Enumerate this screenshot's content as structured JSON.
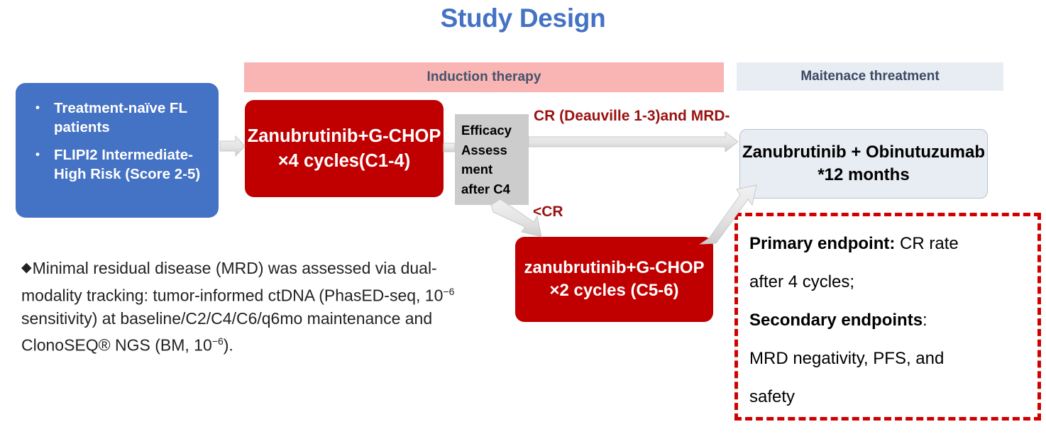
{
  "title": "Study Design",
  "colors": {
    "title_blue": "#4472c4",
    "eligibility_blue": "#4472c4",
    "induction_pink": "#f9b4b4",
    "treatment_red": "#c00000",
    "maintenance_grayblue": "#e8ecf3",
    "assessment_gray": "#cccccc",
    "branch_label_red": "#9a1111",
    "endpoints_border_red": "#d10000",
    "arrow_gray": "#d9d9d9"
  },
  "phases": {
    "induction_header": "Induction therapy",
    "maintenance_header": "Maitenace threatment"
  },
  "eligibility": {
    "items": [
      "Treatment-naïve FL patients",
      "FLIPI2 Intermediate-High Risk (Score 2-5)"
    ]
  },
  "induction_c1_4": {
    "line1": "Zanubrutinib+G-CHOP",
    "line2": "×4 cycles(C1-4)"
  },
  "assessment": {
    "lines": [
      "Efficacy",
      "Assess",
      "ment",
      "after C4"
    ]
  },
  "branches": {
    "cr_label": "CR (Deauville 1-3)and MRD-",
    "less_than_cr_label": "<CR"
  },
  "induction_c5_6": {
    "line1": "zanubrutinib+G-CHOP",
    "line2": "×2 cycles  (C5-6)"
  },
  "maintenance": {
    "text": "Zanubrutinib + Obinutuzumab *12 months"
  },
  "endpoints": {
    "primary_label": "Primary endpoint:",
    "primary_value": " CR rate",
    "primary_cont": "after 4 cycles;",
    "secondary_label": "Secondary endpoints",
    "secondary_colon": ":",
    "secondary_value": "MRD negativity, PFS, and",
    "secondary_cont": "safety"
  },
  "mrd_note": {
    "bullet": "◆",
    "part1": "Minimal residual disease (MRD) was assessed via dual-modality tracking: tumor-informed ctDNA (PhasED-seq, 10",
    "sup1": "−6",
    "part2": " sensitivity) at baseline/C2/C4/C6/q6mo maintenance and ClonoSEQ® NGS (BM, 10",
    "sup2": "−6",
    "part3": ")."
  }
}
